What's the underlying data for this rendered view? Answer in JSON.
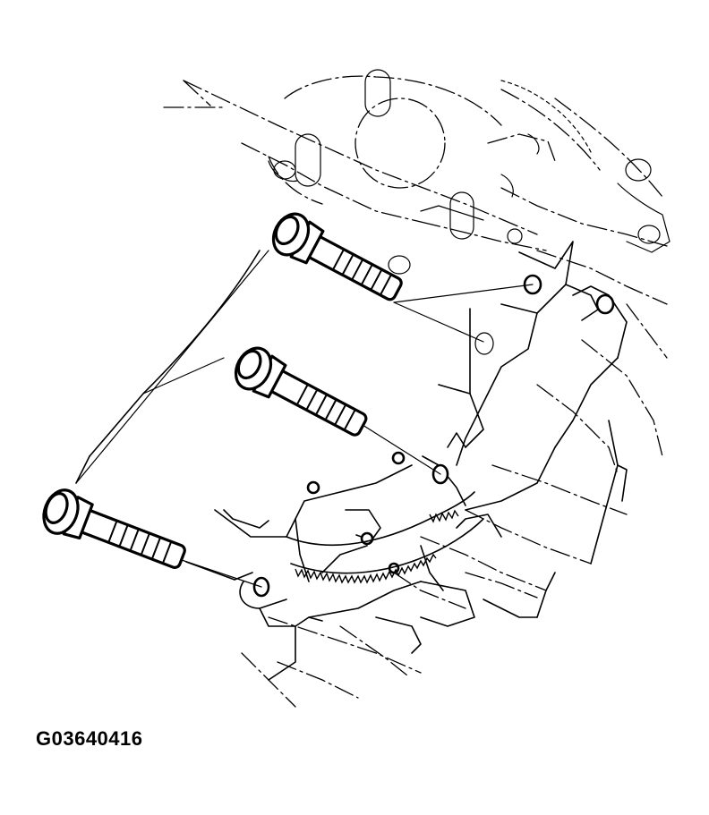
{
  "figure": {
    "id_label": "G03640416"
  },
  "components": {
    "bolts": [
      {
        "name": "upper-bolt"
      },
      {
        "name": "middle-bolt"
      },
      {
        "name": "lower-bolt"
      }
    ],
    "bracket": "mount-bracket",
    "engine": "engine-block-phantom",
    "flywheel": "flywheel-ring-gear"
  },
  "colors": {
    "line": "#000000",
    "background": "#ffffff"
  }
}
